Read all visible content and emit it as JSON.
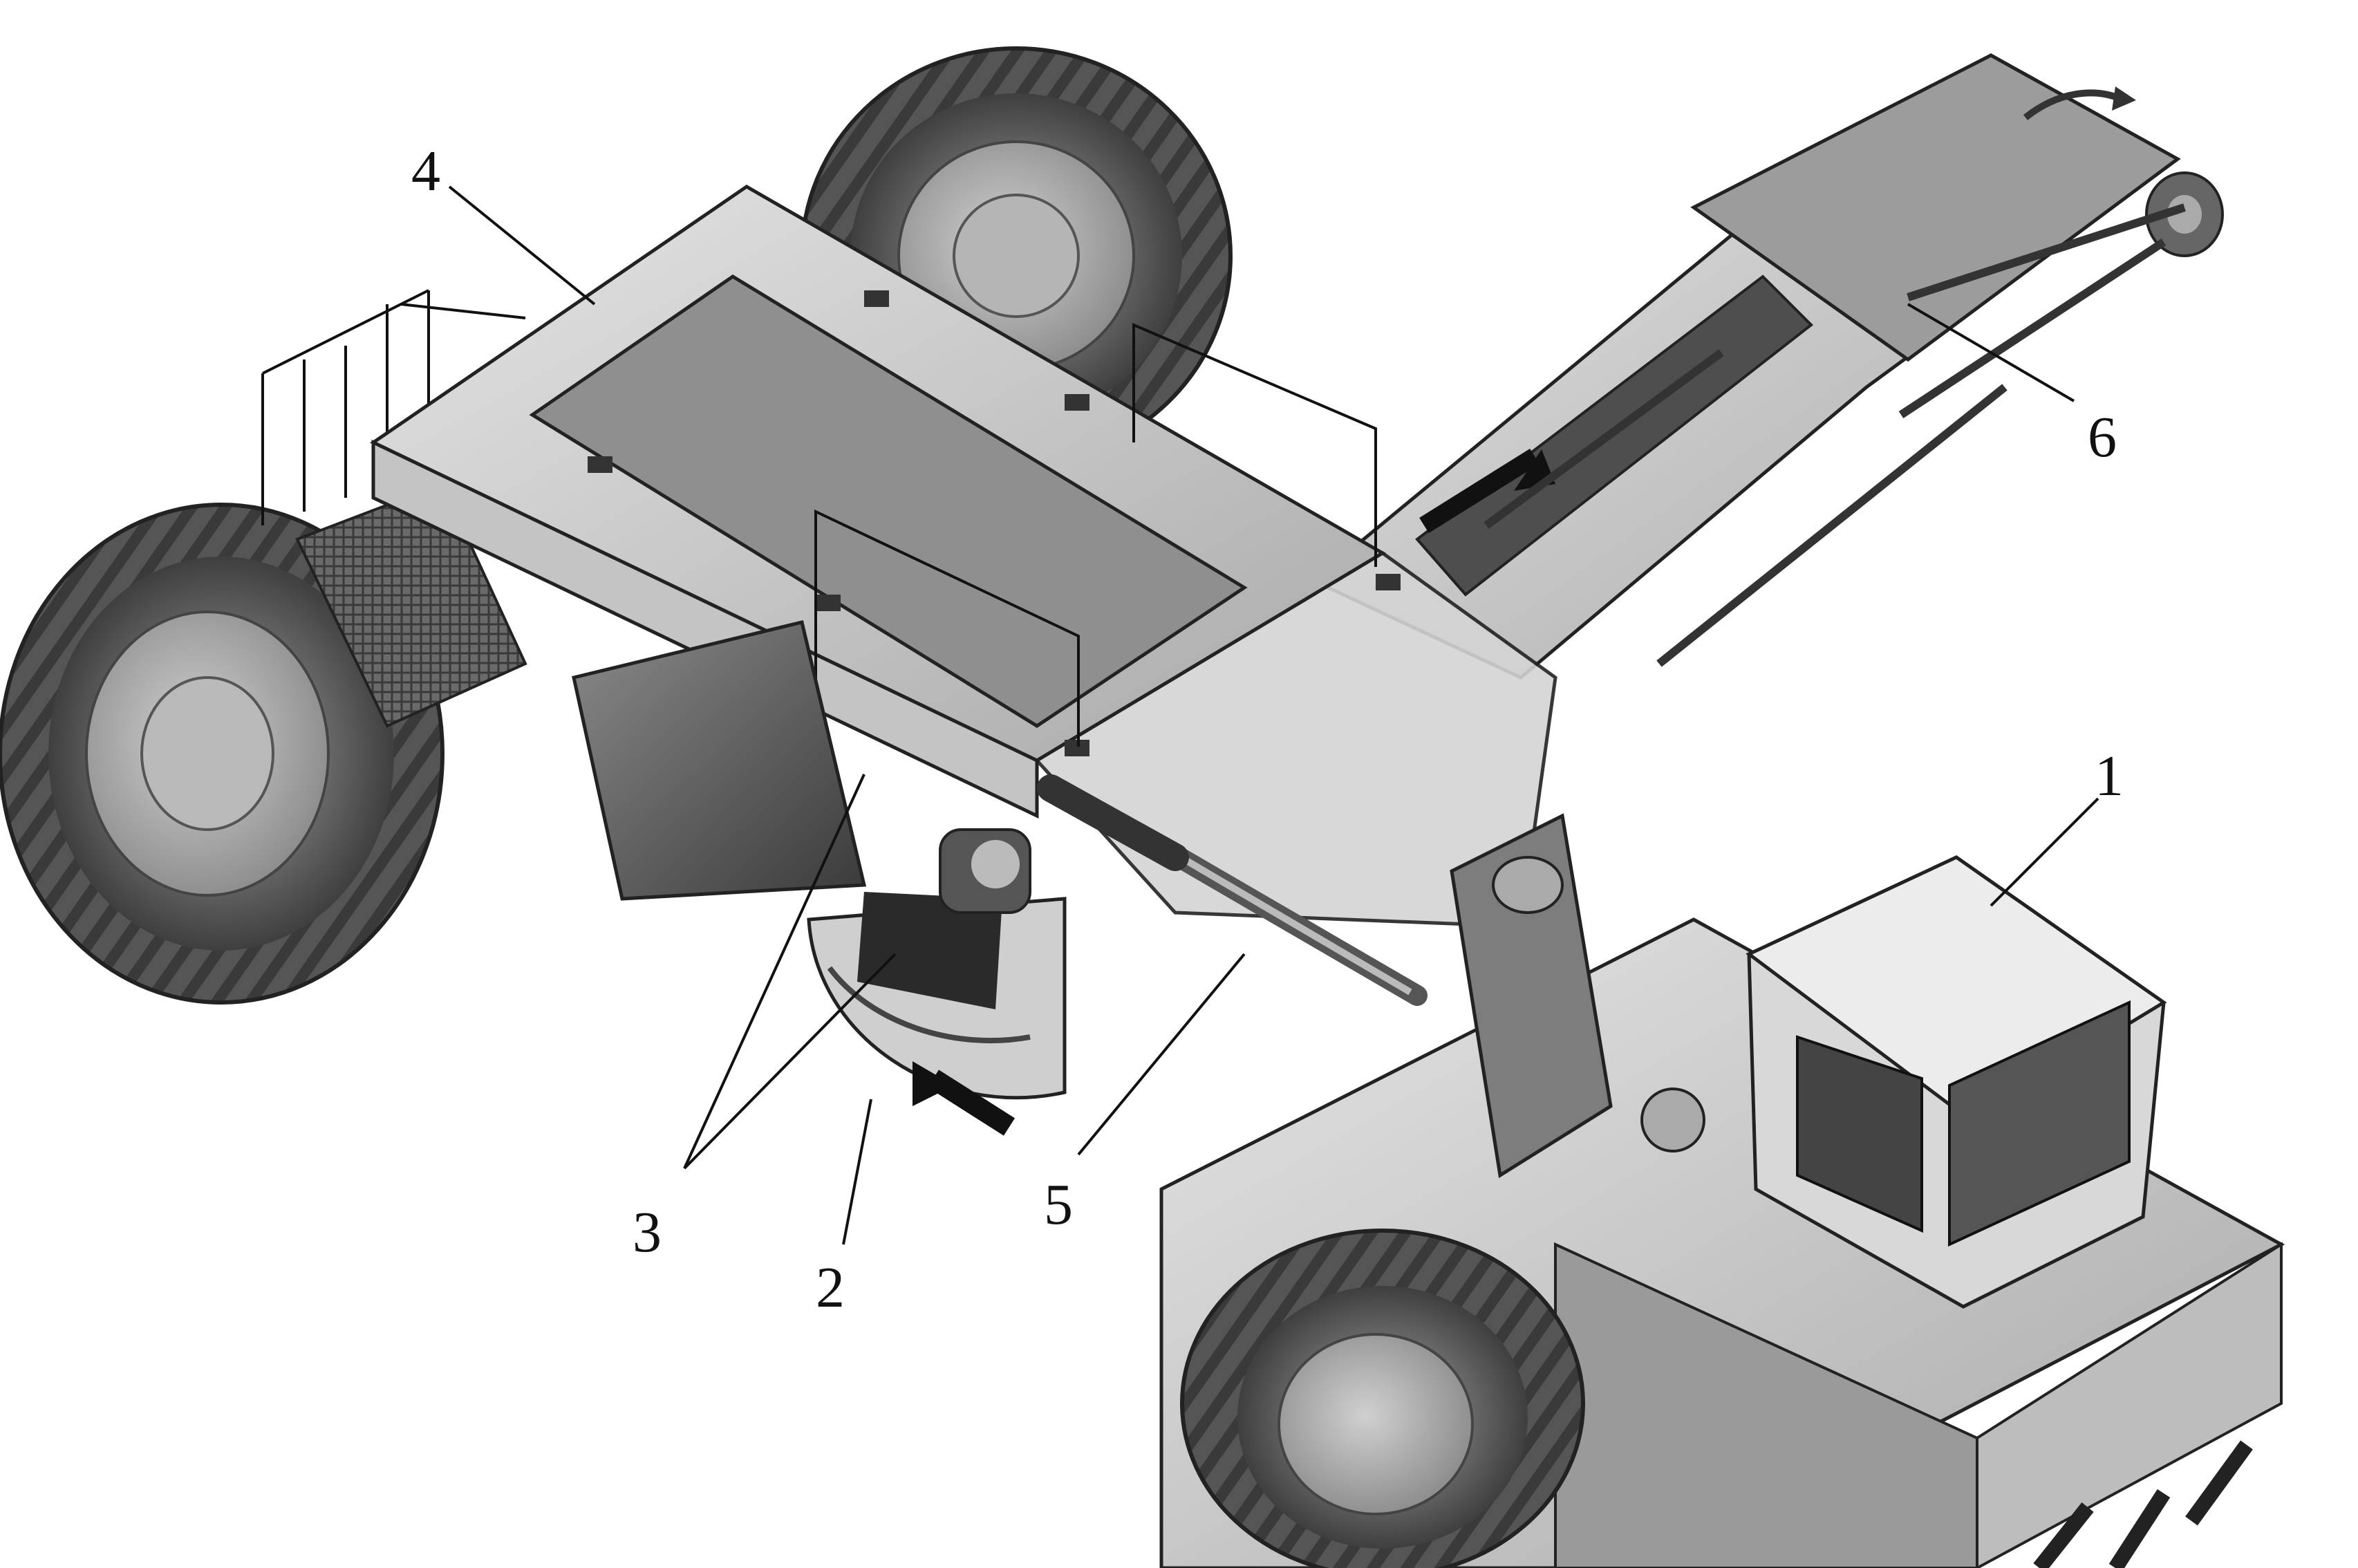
{
  "figure": {
    "description_free": true,
    "callouts": [
      {
        "id": "tractor-unit",
        "number": "1"
      },
      {
        "id": "inlet-hopper",
        "number": "2"
      },
      {
        "id": "feed-elements",
        "number": "3"
      },
      {
        "id": "main-frame",
        "number": "4"
      },
      {
        "id": "hydraulic-cylinder",
        "number": "5"
      },
      {
        "id": "discharge-conveyor",
        "number": "6"
      }
    ]
  }
}
